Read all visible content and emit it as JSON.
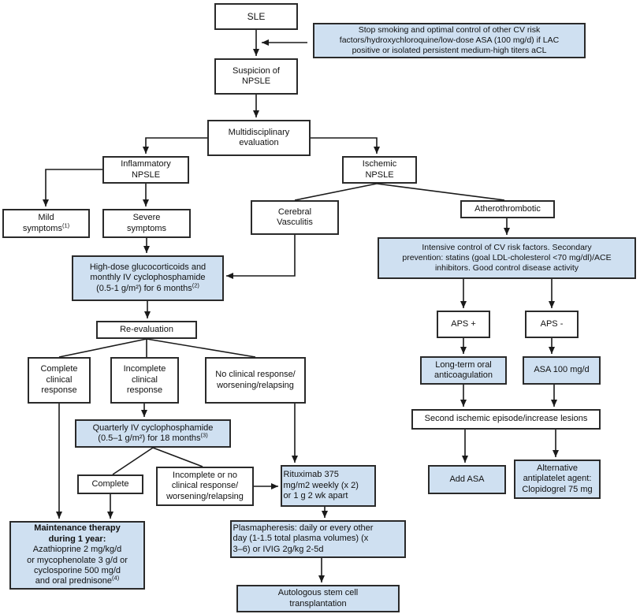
{
  "colors": {
    "node_fill_blue": "#cfe0f1",
    "node_fill_white": "#ffffff",
    "node_border": "#2a2a2a",
    "connector_line": "#1a1a1a"
  },
  "nodes": {
    "sle": {
      "label": "SLE"
    },
    "stop_smoking": {
      "label": "Stop smoking and optimal control of other CV risk\nfactors/hydroxychloroquine/low-dose ASA (100 mg/d) if LAC\npositive or isolated persistent medium-high titers aCL"
    },
    "suspicion": {
      "label": "Suspicion of\nNPSLE"
    },
    "multidisciplinary": {
      "label": "Multidisciplinary\nevaluation"
    },
    "inflammatory": {
      "label": "Inflammatory\nNPSLE"
    },
    "ischemic": {
      "label": "Ischemic\nNPSLE"
    },
    "mild_symptoms": {
      "label": "Mild\nsymptoms",
      "sup": "(1)"
    },
    "severe_symptoms": {
      "label": "Severe\nsymptoms"
    },
    "cerebral_vasculitis": {
      "label": "Cerebral\nVasculitis"
    },
    "atherothrombotic": {
      "label": "Atherothrombotic"
    },
    "high_dose": {
      "label": "High-dose glucocorticoids and\nmonthly IV cyclophosphamide\n(0.5-1 g/m²) for 6 months",
      "sup": "(2)"
    },
    "intensive_control": {
      "label": "Intensive control of CV risk factors. Secondary\nprevention: statins (goal LDL-cholesterol <70 mg/dl)/ACE\ninhibitors. Good control disease activity"
    },
    "reevaluation": {
      "label": "Re-evaluation"
    },
    "aps_positive": {
      "label": "APS +"
    },
    "aps_negative": {
      "label": "APS -"
    },
    "complete_clinical": {
      "label": "Complete\nclinical\nresponse"
    },
    "incomplete_clinical": {
      "label": "Incomplete\nclinical\nresponse"
    },
    "no_clinical": {
      "label": "No clinical response/\nworsening/relapsing"
    },
    "long_term_anticoagulation": {
      "label": "Long-term oral\nanticoagulation"
    },
    "asa_100": {
      "label": "ASA 100 mg/d"
    },
    "quarterly": {
      "label": "Quarterly IV cyclophosphamide\n(0.5–1 g/m²) for 18 months",
      "sup": "(3)"
    },
    "second_ischemic": {
      "label": "Second ischemic episode/increase lesions"
    },
    "complete": {
      "label": "Complete"
    },
    "incomplete_or_no": {
      "label": "Incomplete or no\nclinical response/\nworsening/relapsing"
    },
    "rituximab": {
      "label": "Rituximab 375\nmg/m2 weekly (x 2)\nor 1 g 2 wk apart"
    },
    "add_asa": {
      "label": "Add ASA"
    },
    "alternative_antiplatelet": {
      "label": "Alternative\nantiplatelet agent:\nClopidogrel 75 mg"
    },
    "maintenance": {
      "title": "Maintenance therapy\nduring 1 year:",
      "body": "Azathioprine 2 mg/kg/d\nor mycophenolate 3 g/d or\ncyclosporine 500 mg/d\nand oral prednisone",
      "sup": "(4)"
    },
    "plasmapheresis": {
      "label": "Plasmapheresis: daily or every other\nday (1-1.5 total plasma volumes) (x\n3–6) or IVIG 2g/kg 2-5d"
    },
    "autologous": {
      "label": "Autologous stem cell\ntransplantation"
    }
  }
}
